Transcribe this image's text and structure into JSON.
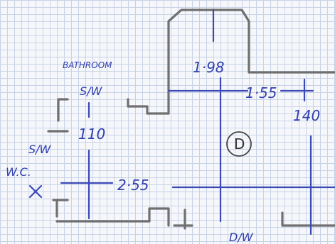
{
  "labels": {
    "bathroom": "BATHROOM",
    "sw_bath": "S/W",
    "dim_110": "110",
    "sw_wc": "S/W",
    "wc": "W.C.",
    "dim_255": "2·55",
    "dim_198": "1·98",
    "dim_155": "1·55",
    "dim_140": "140",
    "room_d": "D",
    "dw": "D/W"
  },
  "colors": {
    "ink": "#3a49b5",
    "wall": "#6f6f6f",
    "grid": "#c9d3e6"
  }
}
